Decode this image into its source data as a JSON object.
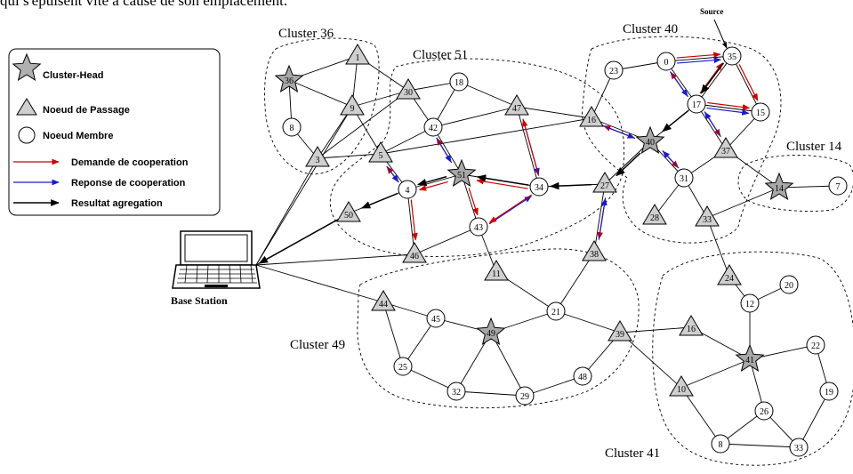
{
  "header_text": "qui s'épuisent vite à cause de son emplacement.",
  "source_label": "Source",
  "base_station_label": "Base Station",
  "legend": {
    "cluster_head": "Cluster-Head",
    "passage_node": "Noeud de Passage",
    "member_node": "Noeud Membre",
    "coop_request": "Demande de cooperation",
    "coop_response": "Reponse de cooperation",
    "aggregation_result": "Resultat agregation"
  },
  "colors": {
    "request": "#cc0000",
    "response": "#1a1acc",
    "result": "#000000",
    "node_fill": "#bdbdbd"
  },
  "clusters": [
    {
      "id": "36",
      "label": "Cluster 36"
    },
    {
      "id": "51",
      "label": "Cluster 51"
    },
    {
      "id": "40",
      "label": "Cluster 40"
    },
    {
      "id": "14",
      "label": "Cluster 14"
    },
    {
      "id": "49",
      "label": "Cluster 49"
    },
    {
      "id": "41",
      "label": "Cluster 41"
    }
  ],
  "nodes": [
    {
      "id": "36",
      "type": "head"
    },
    {
      "id": "51",
      "type": "head"
    },
    {
      "id": "40",
      "type": "head"
    },
    {
      "id": "14",
      "type": "head"
    },
    {
      "id": "49",
      "type": "head"
    },
    {
      "id": "41",
      "type": "head"
    },
    {
      "id": "1",
      "type": "passage"
    },
    {
      "id": "9",
      "type": "passage"
    },
    {
      "id": "3",
      "type": "passage"
    },
    {
      "id": "30",
      "type": "passage"
    },
    {
      "id": "5",
      "type": "passage"
    },
    {
      "id": "47",
      "type": "passage"
    },
    {
      "id": "16",
      "type": "passage"
    },
    {
      "id": "27",
      "type": "passage"
    },
    {
      "id": "50",
      "type": "passage"
    },
    {
      "id": "46",
      "type": "passage"
    },
    {
      "id": "37",
      "type": "passage"
    },
    {
      "id": "33",
      "type": "passage"
    },
    {
      "id": "28",
      "type": "passage"
    },
    {
      "id": "38",
      "type": "passage"
    },
    {
      "id": "11",
      "type": "passage"
    },
    {
      "id": "44",
      "type": "passage"
    },
    {
      "id": "39",
      "type": "passage"
    },
    {
      "id": "24",
      "type": "passage"
    },
    {
      "id": "10",
      "type": "passage"
    },
    {
      "id": "16b",
      "label": "16",
      "type": "passage"
    },
    {
      "id": "8",
      "type": "member"
    },
    {
      "id": "18",
      "type": "member"
    },
    {
      "id": "42",
      "type": "member"
    },
    {
      "id": "4",
      "type": "member"
    },
    {
      "id": "34",
      "type": "member"
    },
    {
      "id": "43",
      "type": "member"
    },
    {
      "id": "23",
      "type": "member"
    },
    {
      "id": "0",
      "type": "member"
    },
    {
      "id": "35",
      "type": "member"
    },
    {
      "id": "17",
      "type": "member"
    },
    {
      "id": "15",
      "type": "member"
    },
    {
      "id": "31",
      "type": "member"
    },
    {
      "id": "7",
      "type": "member"
    },
    {
      "id": "45",
      "type": "member"
    },
    {
      "id": "25",
      "type": "member"
    },
    {
      "id": "32",
      "type": "member"
    },
    {
      "id": "29",
      "type": "member"
    },
    {
      "id": "48",
      "type": "member"
    },
    {
      "id": "21",
      "type": "member"
    },
    {
      "id": "12",
      "type": "member"
    },
    {
      "id": "20",
      "type": "member"
    },
    {
      "id": "22",
      "type": "member"
    },
    {
      "id": "19",
      "type": "member"
    },
    {
      "id": "26",
      "type": "member"
    },
    {
      "id": "8b",
      "label": "8",
      "type": "member"
    },
    {
      "id": "33b",
      "label": "33",
      "type": "member"
    }
  ]
}
